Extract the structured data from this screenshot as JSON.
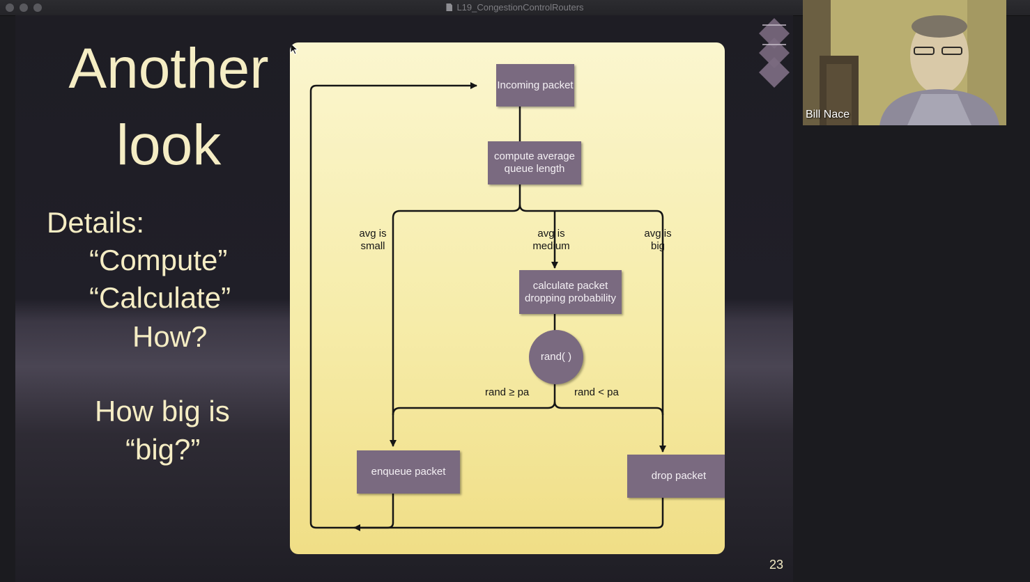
{
  "window": {
    "title": "L19_CongestionControlRouters"
  },
  "slide": {
    "title_lines": [
      "Another",
      "look"
    ],
    "body": {
      "details": "Details:",
      "compute": "“Compute”",
      "calculate": "“Calculate”",
      "how": "How?",
      "how_big": "How big is",
      "big_q": "“big?”"
    },
    "slide_number": "23"
  },
  "flowchart": {
    "nodes": {
      "incoming": "Incoming packet",
      "compute_avg": "compute average queue length",
      "calc_prob": "calculate packet dropping probability",
      "rand": "rand( )",
      "enqueue": "enqueue packet",
      "drop": "drop packet"
    },
    "labels": {
      "avg_small": "avg is small",
      "avg_medium": "avg is medium",
      "avg_big": "avg is big",
      "rand_ge": "rand ≥ pa",
      "rand_lt": "rand < pa"
    }
  },
  "video": {
    "participant_name": "Bill Nace"
  },
  "colors": {
    "slide_text": "#f5edc4",
    "panel_fill": "#f6eca9",
    "node_fill": "#7a6a80",
    "window_bg": "#1b1b1f"
  }
}
